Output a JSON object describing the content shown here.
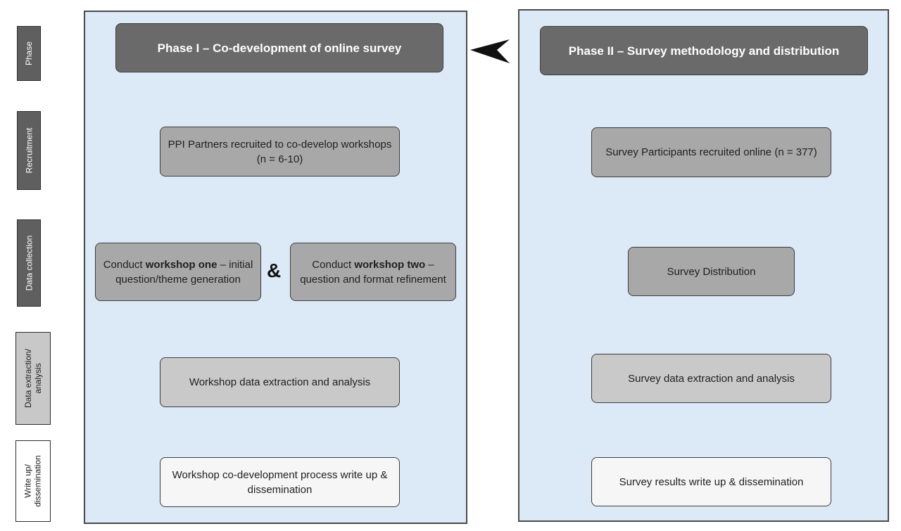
{
  "row_labels": {
    "phase": "Phase",
    "recruitment": "Recruitment",
    "data_collection": "Data collection",
    "data_extraction_line1": "Data extraction/",
    "data_extraction_line2": "analysis",
    "write_up_line1": "Write up/",
    "write_up_line2": "dissemination"
  },
  "phase1": {
    "title": "Phase I – Co-development of online survey",
    "recruitment": "PPI Partners recruited to co-develop workshops (n = 6-10)",
    "workshop_one": {
      "prefix": "Conduct ",
      "bold": "workshop one",
      "suffix": " – initial question/theme generation"
    },
    "ampersand": "&",
    "workshop_two": {
      "prefix": "Conduct ",
      "bold": "workshop two",
      "suffix": " – question and format refinement"
    },
    "analysis": "Workshop data extraction and analysis",
    "write_up": "Workshop co-development process write up & dissemination"
  },
  "phase2": {
    "title": "Phase II – Survey methodology and distribution",
    "recruitment": "Survey Participants recruited online (n = 377)",
    "distribution": "Survey Distribution",
    "analysis": "Survey data extraction and analysis",
    "write_up": "Survey results write up & dissemination"
  },
  "colors": {
    "panel": "#dce9f6",
    "dark_box": "#6a6a6a",
    "mid_box": "#a8a8a8",
    "light_box": "#c9c9c9",
    "pale_box": "#f6f6f6"
  }
}
